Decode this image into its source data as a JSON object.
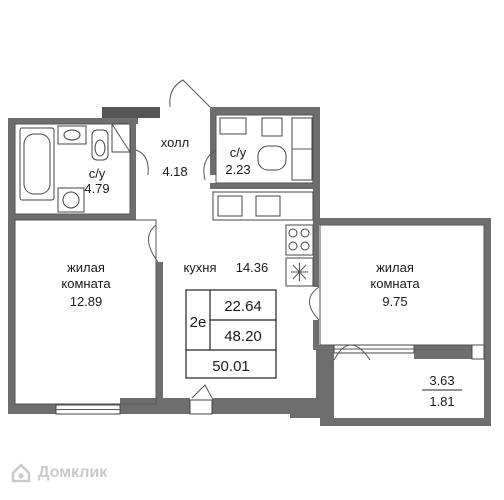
{
  "rooms": {
    "hall": {
      "name": "холл",
      "area": "4.18"
    },
    "bath_left": {
      "name": "с/у",
      "area": "4.79"
    },
    "bath_right": {
      "name": "с/у",
      "area": "2.23"
    },
    "kitchen": {
      "name": "кухня",
      "area": "14.36"
    },
    "living_left": {
      "line1": "жилая",
      "line2": "комната",
      "area": "12.89"
    },
    "living_right": {
      "line1": "жилая",
      "line2": "комната",
      "area": "9.75"
    },
    "balcony": {
      "area_top": "3.63",
      "area_bottom": "1.81"
    }
  },
  "summary": {
    "rooms_code": "2е",
    "living_area": "22.64",
    "total_area": "48.20",
    "total_with_balcony": "50.01"
  },
  "watermark": {
    "text": "Домклик"
  },
  "colors": {
    "wall": "#6e6e6e",
    "line": "#555555",
    "watermark": "#c9c9c9"
  }
}
